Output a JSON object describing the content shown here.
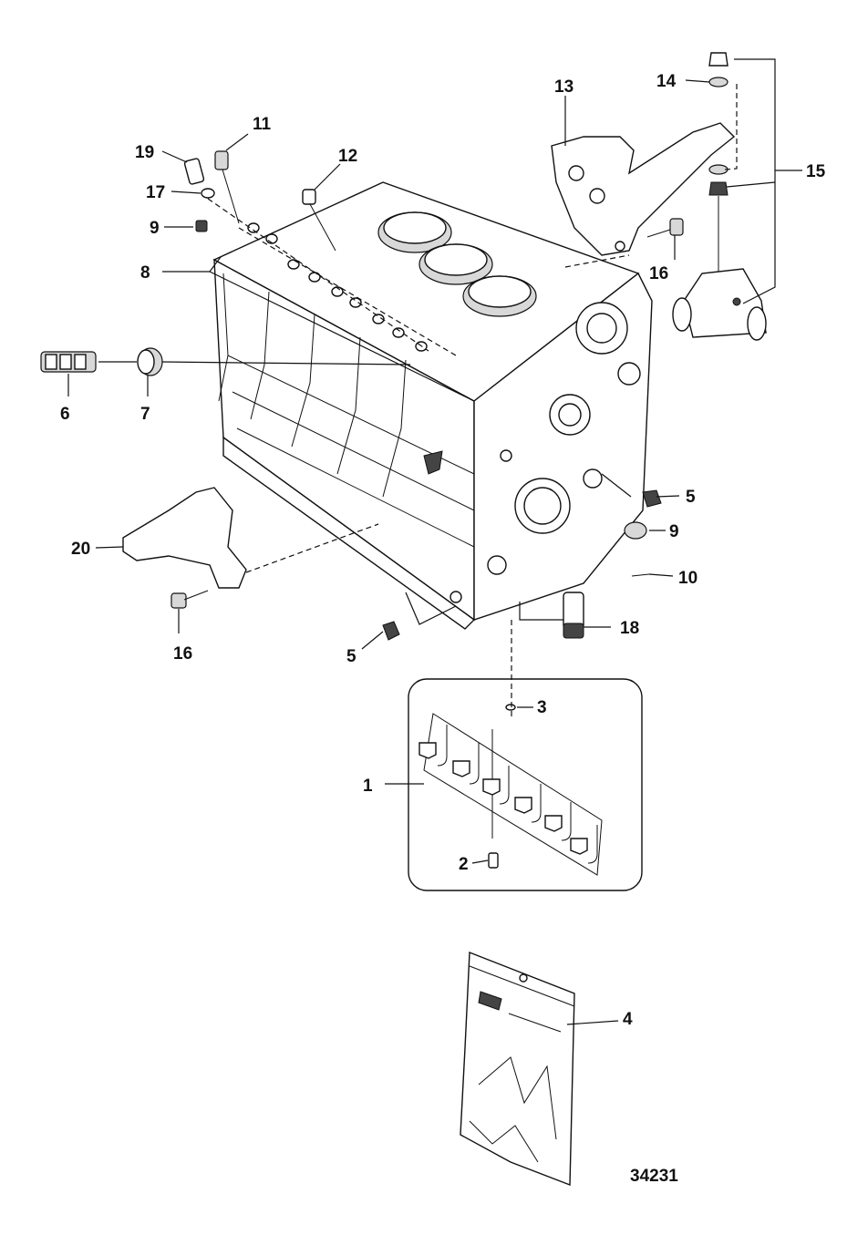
{
  "diagram": {
    "callouts": [
      {
        "id": "c1",
        "label": "1"
      },
      {
        "id": "c2",
        "label": "2"
      },
      {
        "id": "c3",
        "label": "3"
      },
      {
        "id": "c4",
        "label": "4"
      },
      {
        "id": "c5a",
        "label": "5"
      },
      {
        "id": "c5b",
        "label": "5"
      },
      {
        "id": "c6",
        "label": "6"
      },
      {
        "id": "c7",
        "label": "7"
      },
      {
        "id": "c8",
        "label": "8"
      },
      {
        "id": "c9a",
        "label": "9"
      },
      {
        "id": "c9b",
        "label": "9"
      },
      {
        "id": "c10",
        "label": "10"
      },
      {
        "id": "c11",
        "label": "11"
      },
      {
        "id": "c12",
        "label": "12"
      },
      {
        "id": "c13",
        "label": "13"
      },
      {
        "id": "c14",
        "label": "14"
      },
      {
        "id": "c15",
        "label": "15"
      },
      {
        "id": "c16a",
        "label": "16"
      },
      {
        "id": "c16b",
        "label": "16"
      },
      {
        "id": "c17",
        "label": "17"
      },
      {
        "id": "c18",
        "label": "18"
      },
      {
        "id": "c19",
        "label": "19"
      },
      {
        "id": "c20",
        "label": "20"
      }
    ],
    "figure_number": "34231"
  }
}
